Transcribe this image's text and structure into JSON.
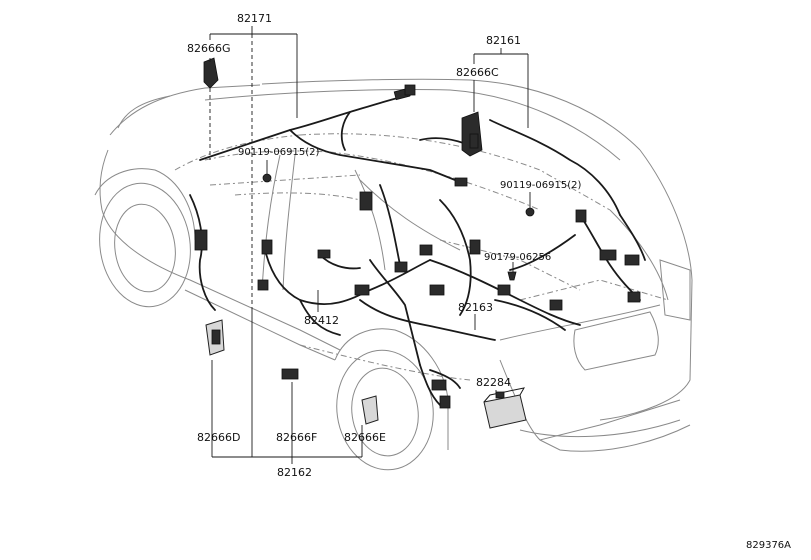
{
  "labels": {
    "p82171": "82171",
    "p82666G": "82666G",
    "p82161": "82161",
    "p82666C": "82666C",
    "bolt_left": "90119-06915(2)",
    "bolt_right": "90119-06915(2)",
    "clip": "90179-06256",
    "p82412": "82412",
    "p82163": "82163",
    "p82284": "82284",
    "p82666D": "82666D",
    "p82666F": "82666F",
    "p82666E": "82666E",
    "p82162": "82162"
  },
  "reference_code": "829376A"
}
